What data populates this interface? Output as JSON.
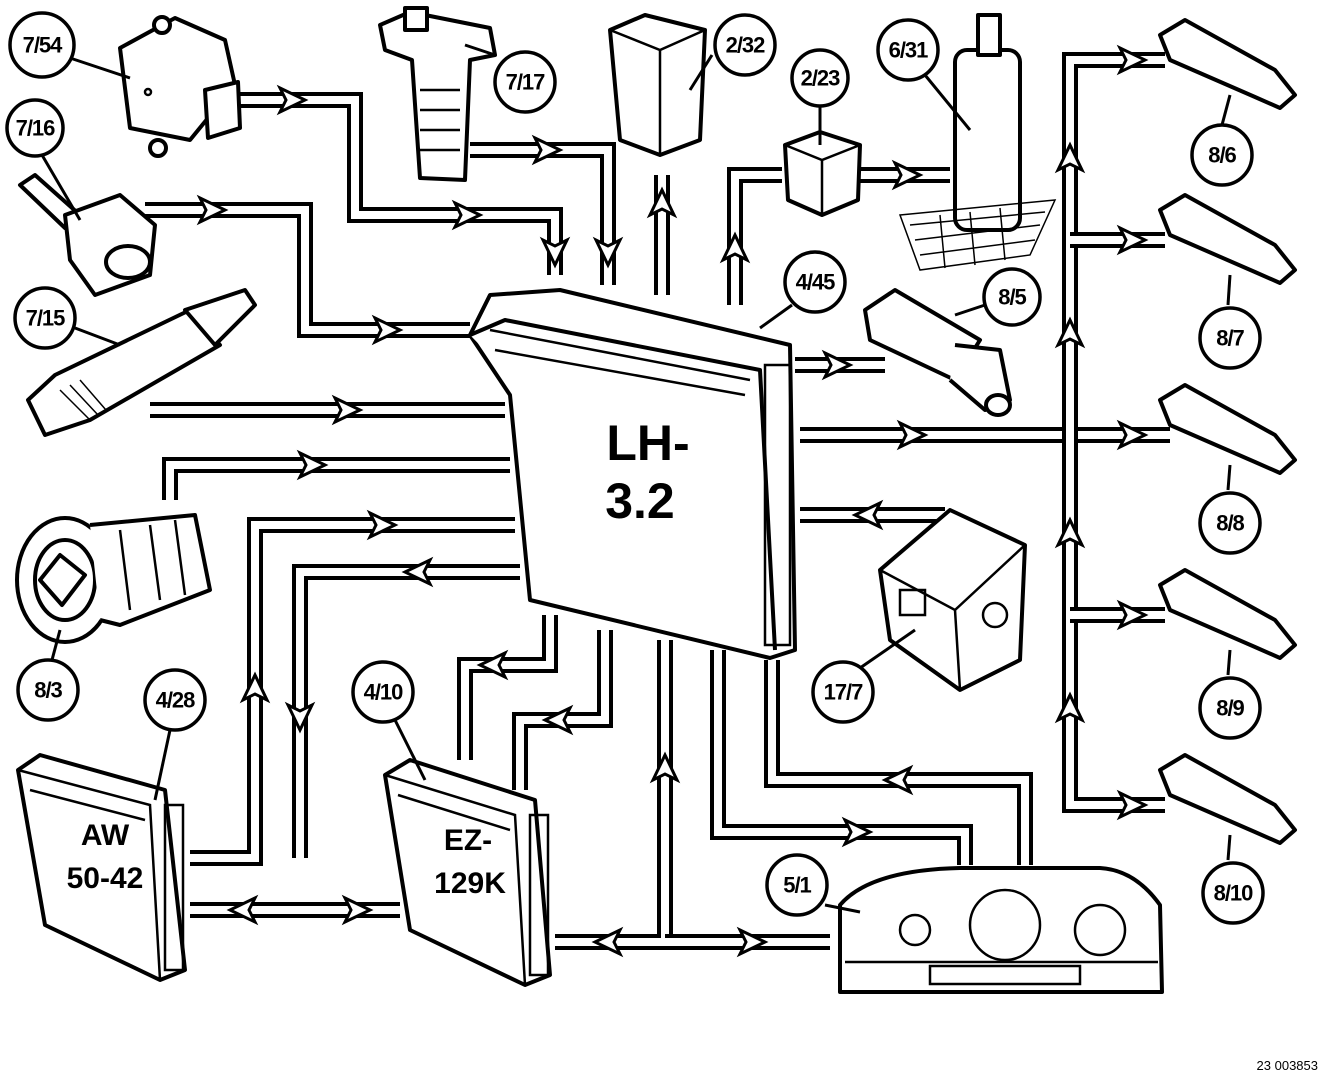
{
  "ecu": {
    "line1": "LH-",
    "line2": "3.2"
  },
  "transmission_unit": {
    "line1": "AW",
    "line2": "50-42"
  },
  "ignition_unit": {
    "line1": "EZ-",
    "line2": "129K"
  },
  "callouts": [
    {
      "id": "7/54"
    },
    {
      "id": "7/16"
    },
    {
      "id": "7/15"
    },
    {
      "id": "7/17"
    },
    {
      "id": "2/32"
    },
    {
      "id": "2/23"
    },
    {
      "id": "6/31"
    },
    {
      "id": "4/45"
    },
    {
      "id": "8/5"
    },
    {
      "id": "8/6"
    },
    {
      "id": "8/7"
    },
    {
      "id": "8/8"
    },
    {
      "id": "8/9"
    },
    {
      "id": "8/10"
    },
    {
      "id": "8/3"
    },
    {
      "id": "4/28"
    },
    {
      "id": "4/10"
    },
    {
      "id": "17/7"
    },
    {
      "id": "5/1"
    }
  ],
  "reference_number": "23 003853"
}
